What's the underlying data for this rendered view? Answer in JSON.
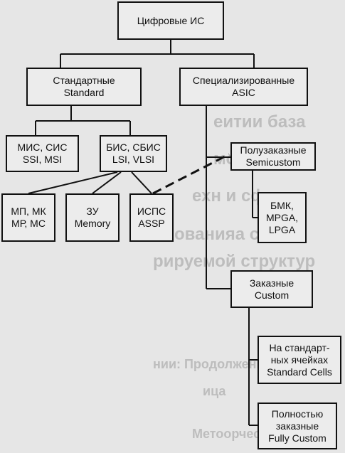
{
  "nodes": {
    "root": [
      "Цифровые ИС"
    ],
    "standard": [
      "Стандартные",
      "Standard"
    ],
    "asic": [
      "Специализированные",
      "ASIC"
    ],
    "ssi_msi": [
      "МИС, СИС",
      "SSI, MSI"
    ],
    "lsi_vlsi": [
      "БИС, СБИС",
      "LSI, VLSI"
    ],
    "semicustom": [
      "Полузаказные",
      "Semicustom"
    ],
    "mp": [
      "МП, МК",
      "МР, МС"
    ],
    "memory": [
      "ЗУ",
      "Memory"
    ],
    "assp": [
      "ИСПС",
      "ASSP"
    ],
    "bmk": [
      "БМК,",
      "MPGA,",
      "LPGA"
    ],
    "custom": [
      "Заказные",
      "Custom"
    ],
    "std_cells": [
      "На стандарт-",
      "ных ячейках",
      "Standard Cells"
    ],
    "full_custom": [
      "Полностью",
      "заказные",
      "Fully Custom"
    ]
  },
  "background_text": [
    "еитии база",
    "мощностеи",
    "ехн и сфер",
    "ованияа схем",
    "рируемой структур",
    "нии: Продолжение",
    "ица",
    "Метоорческа"
  ]
}
